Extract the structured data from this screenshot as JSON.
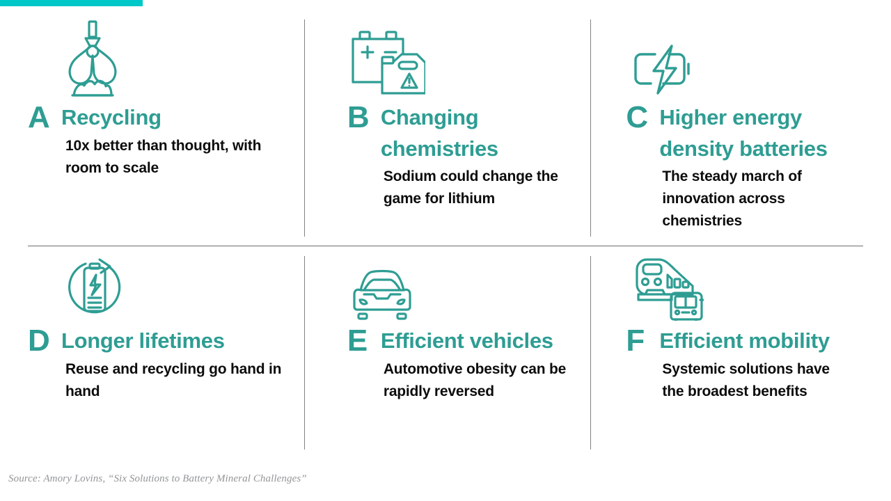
{
  "accent": {
    "bar_color": "#00c8c8",
    "teal": "#2e9d93",
    "text_color": "#0c0c0c",
    "divider_color": "#808285",
    "source_color": "#939598"
  },
  "panels": [
    {
      "letter": "A",
      "title": "Recycling",
      "subtitle": "10x better than thought, with room to scale",
      "icon": "grab-claw-icon"
    },
    {
      "letter": "B",
      "title": "Changing chemistries",
      "subtitle": "Sodium could change the game for lithium",
      "icon": "battery-chemicals-icon"
    },
    {
      "letter": "C",
      "title": "Higher energy density batteries",
      "subtitle": "The steady march of innovation across chemistries",
      "icon": "battery-bolt-icon"
    },
    {
      "letter": "D",
      "title": "Longer lifetimes",
      "subtitle": "Reuse and recycling go hand in hand",
      "icon": "battery-recycle-loop-icon"
    },
    {
      "letter": "E",
      "title": "Efficient vehicles",
      "subtitle": "Automotive obesity can be rapidly reversed",
      "icon": "car-front-icon"
    },
    {
      "letter": "F",
      "title": "Efficient mobility",
      "subtitle": "Systemic solutions have the broadest benefits",
      "icon": "train-bus-icon"
    }
  ],
  "source": "Source: Amory Lovins, “Six Solutions to Battery Mineral Challenges”"
}
